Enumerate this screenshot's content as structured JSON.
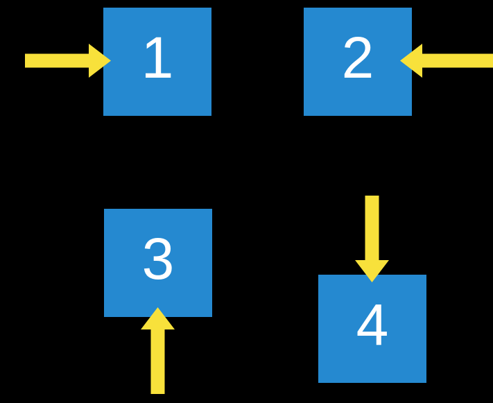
{
  "scene": {
    "title": "Four numbered squares with directional arrows",
    "background": "#000000"
  },
  "colors": {
    "background": "#000000",
    "square_fill": "#2589D0",
    "arrow_fill": "#F8E13B",
    "number_color": "#FFFFFF"
  },
  "squares": [
    {
      "label": "1",
      "position": "top-left",
      "arrow": {
        "direction": "right",
        "points_from": "left side",
        "icon": "arrow-right-icon"
      }
    },
    {
      "label": "2",
      "position": "top-right",
      "arrow": {
        "direction": "left",
        "points_from": "right side",
        "icon": "arrow-left-icon"
      }
    },
    {
      "label": "3",
      "position": "bottom-left",
      "arrow": {
        "direction": "up",
        "points_from": "below",
        "icon": "arrow-up-icon"
      }
    },
    {
      "label": "4",
      "position": "bottom-right",
      "arrow": {
        "direction": "down",
        "points_from": "above",
        "icon": "arrow-down-icon"
      }
    }
  ]
}
